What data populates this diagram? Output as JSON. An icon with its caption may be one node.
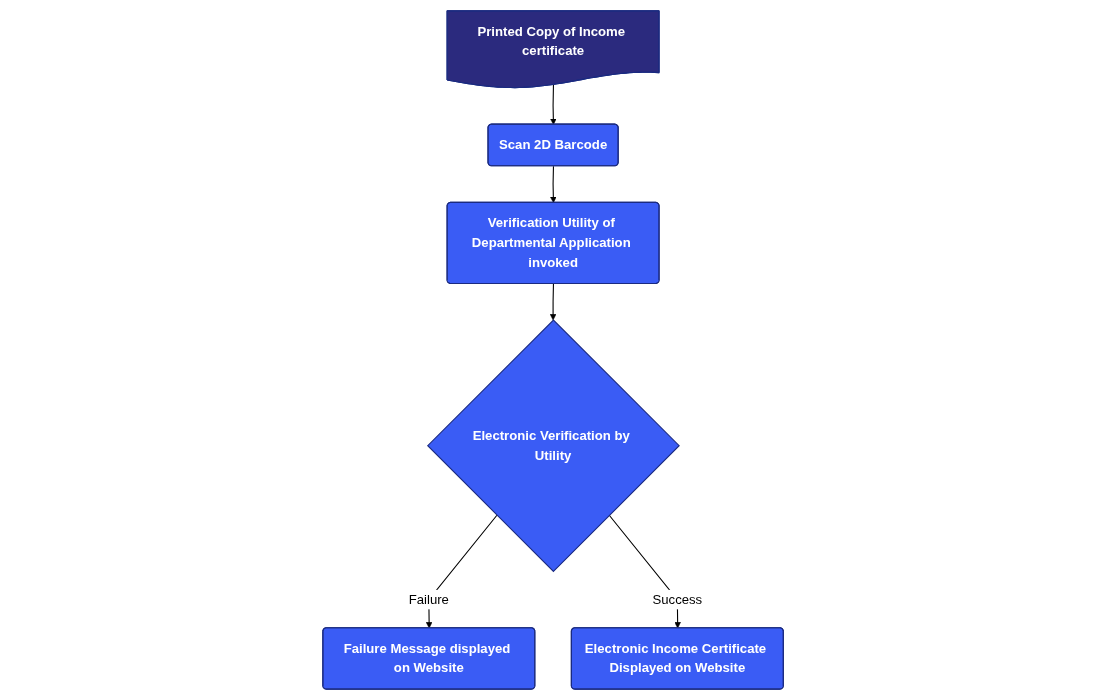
{
  "diagram": {
    "nodes": [
      {
        "text": [
          "Printed Copy of Income certificate"
        ]
      },
      {
        "text": [
          "Scan 2D Barcode"
        ]
      },
      {
        "text": [
          "Verification Utility of Departmental Application invoked"
        ]
      },
      {
        "text": [
          "Electronic Verification by Utility"
        ]
      },
      {
        "text": [
          "Failure Message displayed on Website"
        ]
      },
      {
        "text": [
          "Electronic Income Certificate Displayed on Website"
        ]
      }
    ],
    "edges": [
      {
        "from": 0,
        "to": 1,
        "arrow": "to"
      },
      {
        "from": 1,
        "to": 2,
        "arrow": "to"
      },
      {
        "from": 2,
        "to": 3,
        "arrow": "to"
      },
      {
        "from": 3,
        "to": 4,
        "arrow": "to",
        "label": "Failure"
      },
      {
        "from": 3,
        "to": 5,
        "arrow": "to",
        "label": "Success"
      }
    ]
  }
}
